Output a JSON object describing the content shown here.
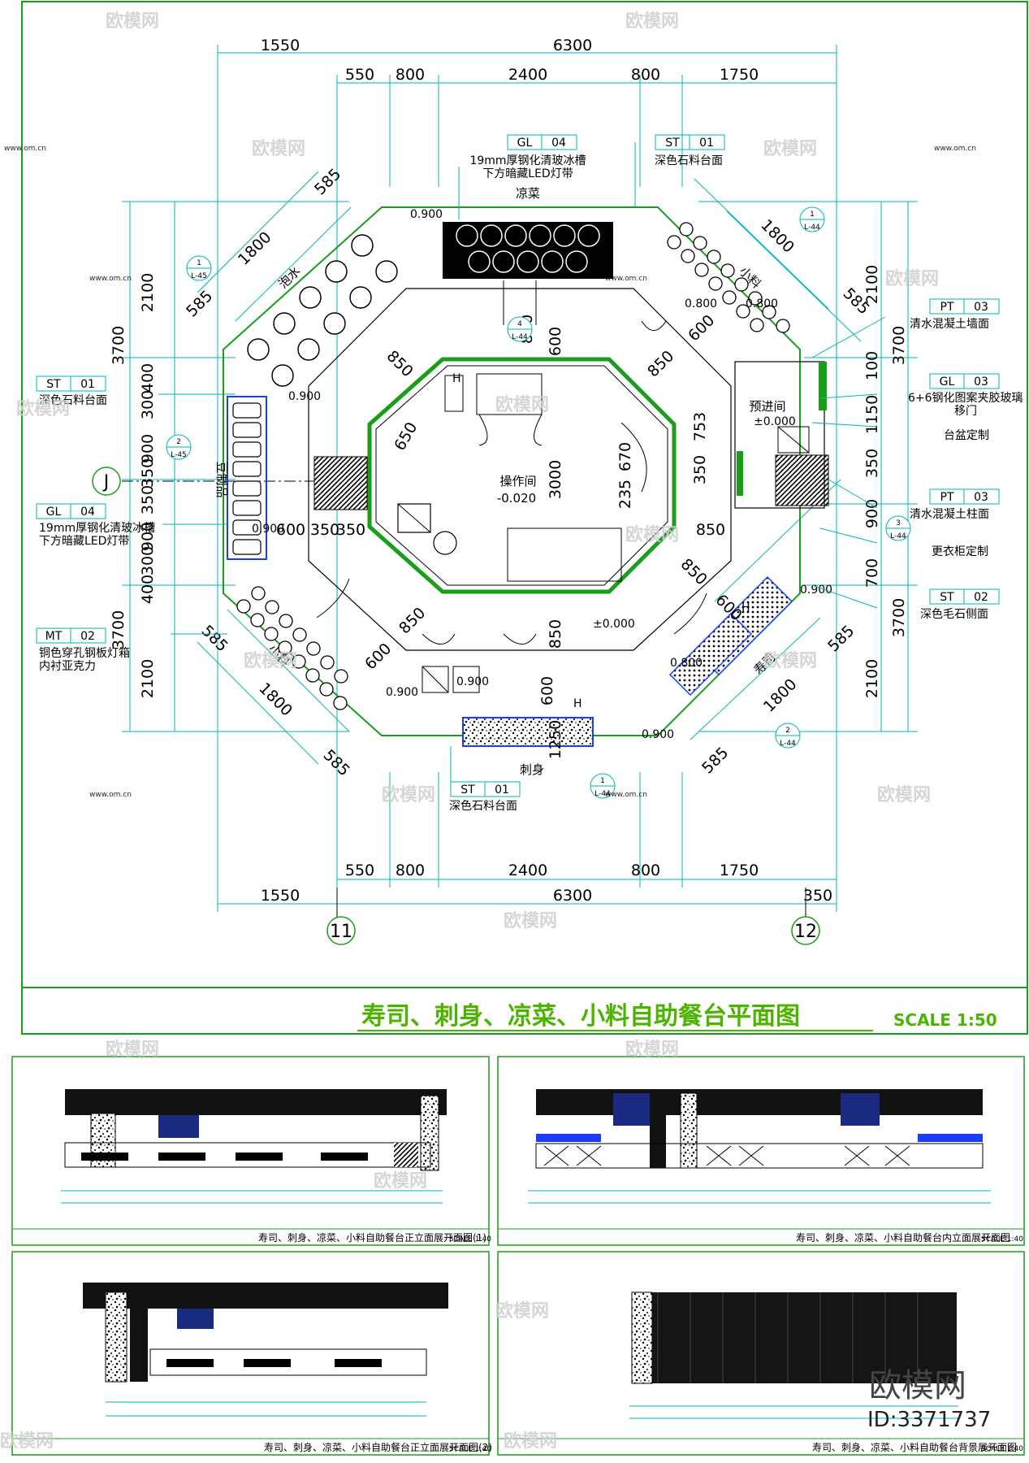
{
  "title": "寿司、刺身、凉菜、小料自助餐台平面图",
  "scale": "SCALE 1:50",
  "watermark": {
    "brand": "欧模网",
    "site": "www.om.cn",
    "id": "ID:3371737"
  },
  "grid_labels": {
    "j": "J",
    "c11": "11",
    "c12": "12"
  },
  "dims_top": {
    "a": "1550",
    "b": "6300",
    "c": [
      "550",
      "800",
      "2400",
      "800",
      "1750"
    ]
  },
  "dims_bottom": {
    "a": "550",
    "b": "800",
    "c": "2400",
    "d": "800",
    "e": "1750",
    "f": "1550",
    "g": "6300",
    "h": "350"
  },
  "dims_left": {
    "a": "2100",
    "b": "3700",
    "c": "300",
    "d": "400",
    "e": "900",
    "f": "350",
    "g": "350",
    "h": "900",
    "i": "300",
    "j": "400",
    "k": "3700",
    "l": "2100"
  },
  "dims_right": {
    "a": "2100",
    "b": "3700",
    "c": "100",
    "d": "1150",
    "e": "350",
    "f": "900",
    "g": "700",
    "h": "3700",
    "i": "2100"
  },
  "dims_inner": {
    "d585a": "585",
    "d1800a": "1800",
    "d585b": "585",
    "d850a": "850",
    "d850b": "850",
    "d600a": "600",
    "d1800b": "1800",
    "d585c": "585",
    "d850c": "850",
    "d600b": "600",
    "d753": "753",
    "d670": "670",
    "d350": "350",
    "d3000": "3000",
    "d650": "650",
    "d600c": "600",
    "d350b": "350",
    "d350c": "350",
    "d850d": "850",
    "d850e": "850",
    "d600d": "600",
    "d585d": "585",
    "d1800c": "1800",
    "d585e": "585",
    "d585f": "585",
    "d1800d": "1800",
    "d585g": "585",
    "d850f": "850",
    "d600e": "600",
    "d850g": "850",
    "d600f": "600",
    "d1250": "1250",
    "d235": "235"
  },
  "levels": {
    "l1": "0.900",
    "l2": "0.900",
    "l3": "0.800",
    "l4": "0.800",
    "l5": "0.900",
    "l6": "±0.000",
    "l7": "±0.000",
    "l8": "0.900",
    "l9": "0.900",
    "l10": "0.800",
    "l11": "0.900",
    "l12": "0.900",
    "l13": "-0.020"
  },
  "areas": {
    "liangcai": "凉菜",
    "paoshui": "泡水",
    "xiaoliao1": "小料",
    "xiaoliao2": "小料",
    "dounai": "豆制品",
    "caozuo": "操作间",
    "yujin": "预进间",
    "shousi": "寿司",
    "cishen": "刺身",
    "h1": "H",
    "h2": "H",
    "h3": "H"
  },
  "tags": {
    "gl04t": {
      "code": "GL",
      "num": "04",
      "l1": "19mm厚钢化清玻冰槽",
      "l2": "下方暗藏LED灯带"
    },
    "st01t": {
      "code": "ST",
      "num": "01",
      "l1": "深色石料台面"
    },
    "st01l": {
      "code": "ST",
      "num": "01",
      "l1": "深色石料台面"
    },
    "gl04l": {
      "code": "GL",
      "num": "04",
      "l1": "19mm厚钢化清玻冰槽",
      "l2": "下方暗藏LED灯带"
    },
    "mt02l": {
      "code": "MT",
      "num": "02",
      "l1": "铜色穿孔钢板灯箱",
      "l2": "内衬亚克力"
    },
    "pt03a": {
      "code": "PT",
      "num": "03",
      "l1": "清水混凝土墙面"
    },
    "gl03r": {
      "code": "GL",
      "num": "03",
      "l1": "6+6钢化图案夹胶玻璃",
      "l2": "移门"
    },
    "taipen": {
      "l1": "台盆定制"
    },
    "pt03b": {
      "code": "PT",
      "num": "03",
      "l1": "清水混凝土柱面"
    },
    "gengyi": {
      "l1": "更衣柜定制"
    },
    "st02r": {
      "code": "ST",
      "num": "02",
      "l1": "深色毛石侧面"
    },
    "st01b": {
      "code": "ST",
      "num": "01",
      "l1": "深色石料台面"
    }
  },
  "sections": {
    "s1": {
      "n": "1",
      "ref": "L-45"
    },
    "s2": {
      "n": "2",
      "ref": "L-45"
    },
    "s3": {
      "n": "1",
      "ref": "L-44"
    },
    "s4": {
      "n": "3",
      "ref": "L-44"
    },
    "s5": {
      "n": "2",
      "ref": "L-44"
    },
    "s6": {
      "n": "1",
      "ref": "L-44"
    },
    "s7": {
      "n": "4",
      "ref": "L-44"
    }
  },
  "elevations": {
    "e1": {
      "caption": "寿司、刺身、凉菜、小料自助餐台正立面展开面图(1)",
      "scale": "SCALE 1:40"
    },
    "e2": {
      "caption": "寿司、刺身、凉菜、小料自助餐台内立面展开面图",
      "scale": "SCALE 1:40"
    },
    "e3": {
      "caption": "寿司、刺身、凉菜、小料自助餐台正立面展开面图(2)",
      "scale": "SCALE 1:40"
    },
    "e4": {
      "caption": "寿司、刺身、凉菜、小料自助餐台背景展开面图",
      "scale": "SCALE 1:40"
    }
  }
}
